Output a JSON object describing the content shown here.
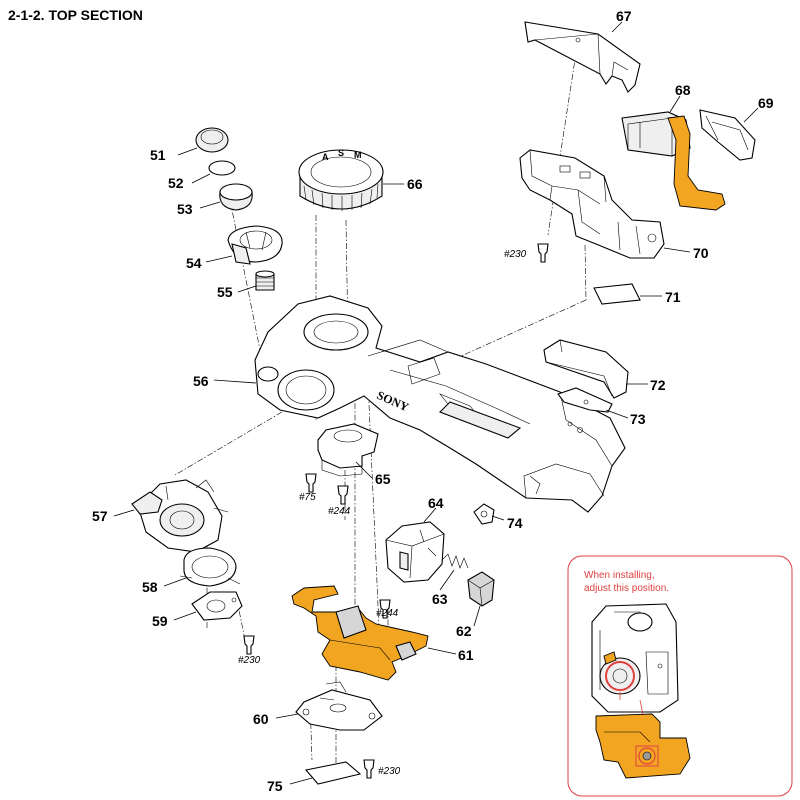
{
  "header": {
    "title": "2-1-2. TOP SECTION"
  },
  "callouts": {
    "p51": "51",
    "p52": "52",
    "p53": "53",
    "p54": "54",
    "p55": "55",
    "p56": "56",
    "p57": "57",
    "p58": "58",
    "p59": "59",
    "p60": "60",
    "p61": "61",
    "p62": "62",
    "p63": "63",
    "p64": "64",
    "p65": "65",
    "p66": "66",
    "p67": "67",
    "p68": "68",
    "p69": "69",
    "p70": "70",
    "p71": "71",
    "p72": "72",
    "p73": "73",
    "p74": "74",
    "p75": "75"
  },
  "screws": {
    "s230_top": "#230",
    "s75": "#75",
    "s244_left": "#244",
    "s244_right": "#244",
    "s230_left": "#230",
    "s230_bottom": "#230"
  },
  "body_logo": "SONY",
  "dial_letters": {
    "a": "A",
    "s": "S",
    "m": "M"
  },
  "note": {
    "line1": "When installing,",
    "line2": "adjust this position."
  },
  "colors": {
    "fpc": "#f2a520",
    "note": "#e0413f"
  }
}
